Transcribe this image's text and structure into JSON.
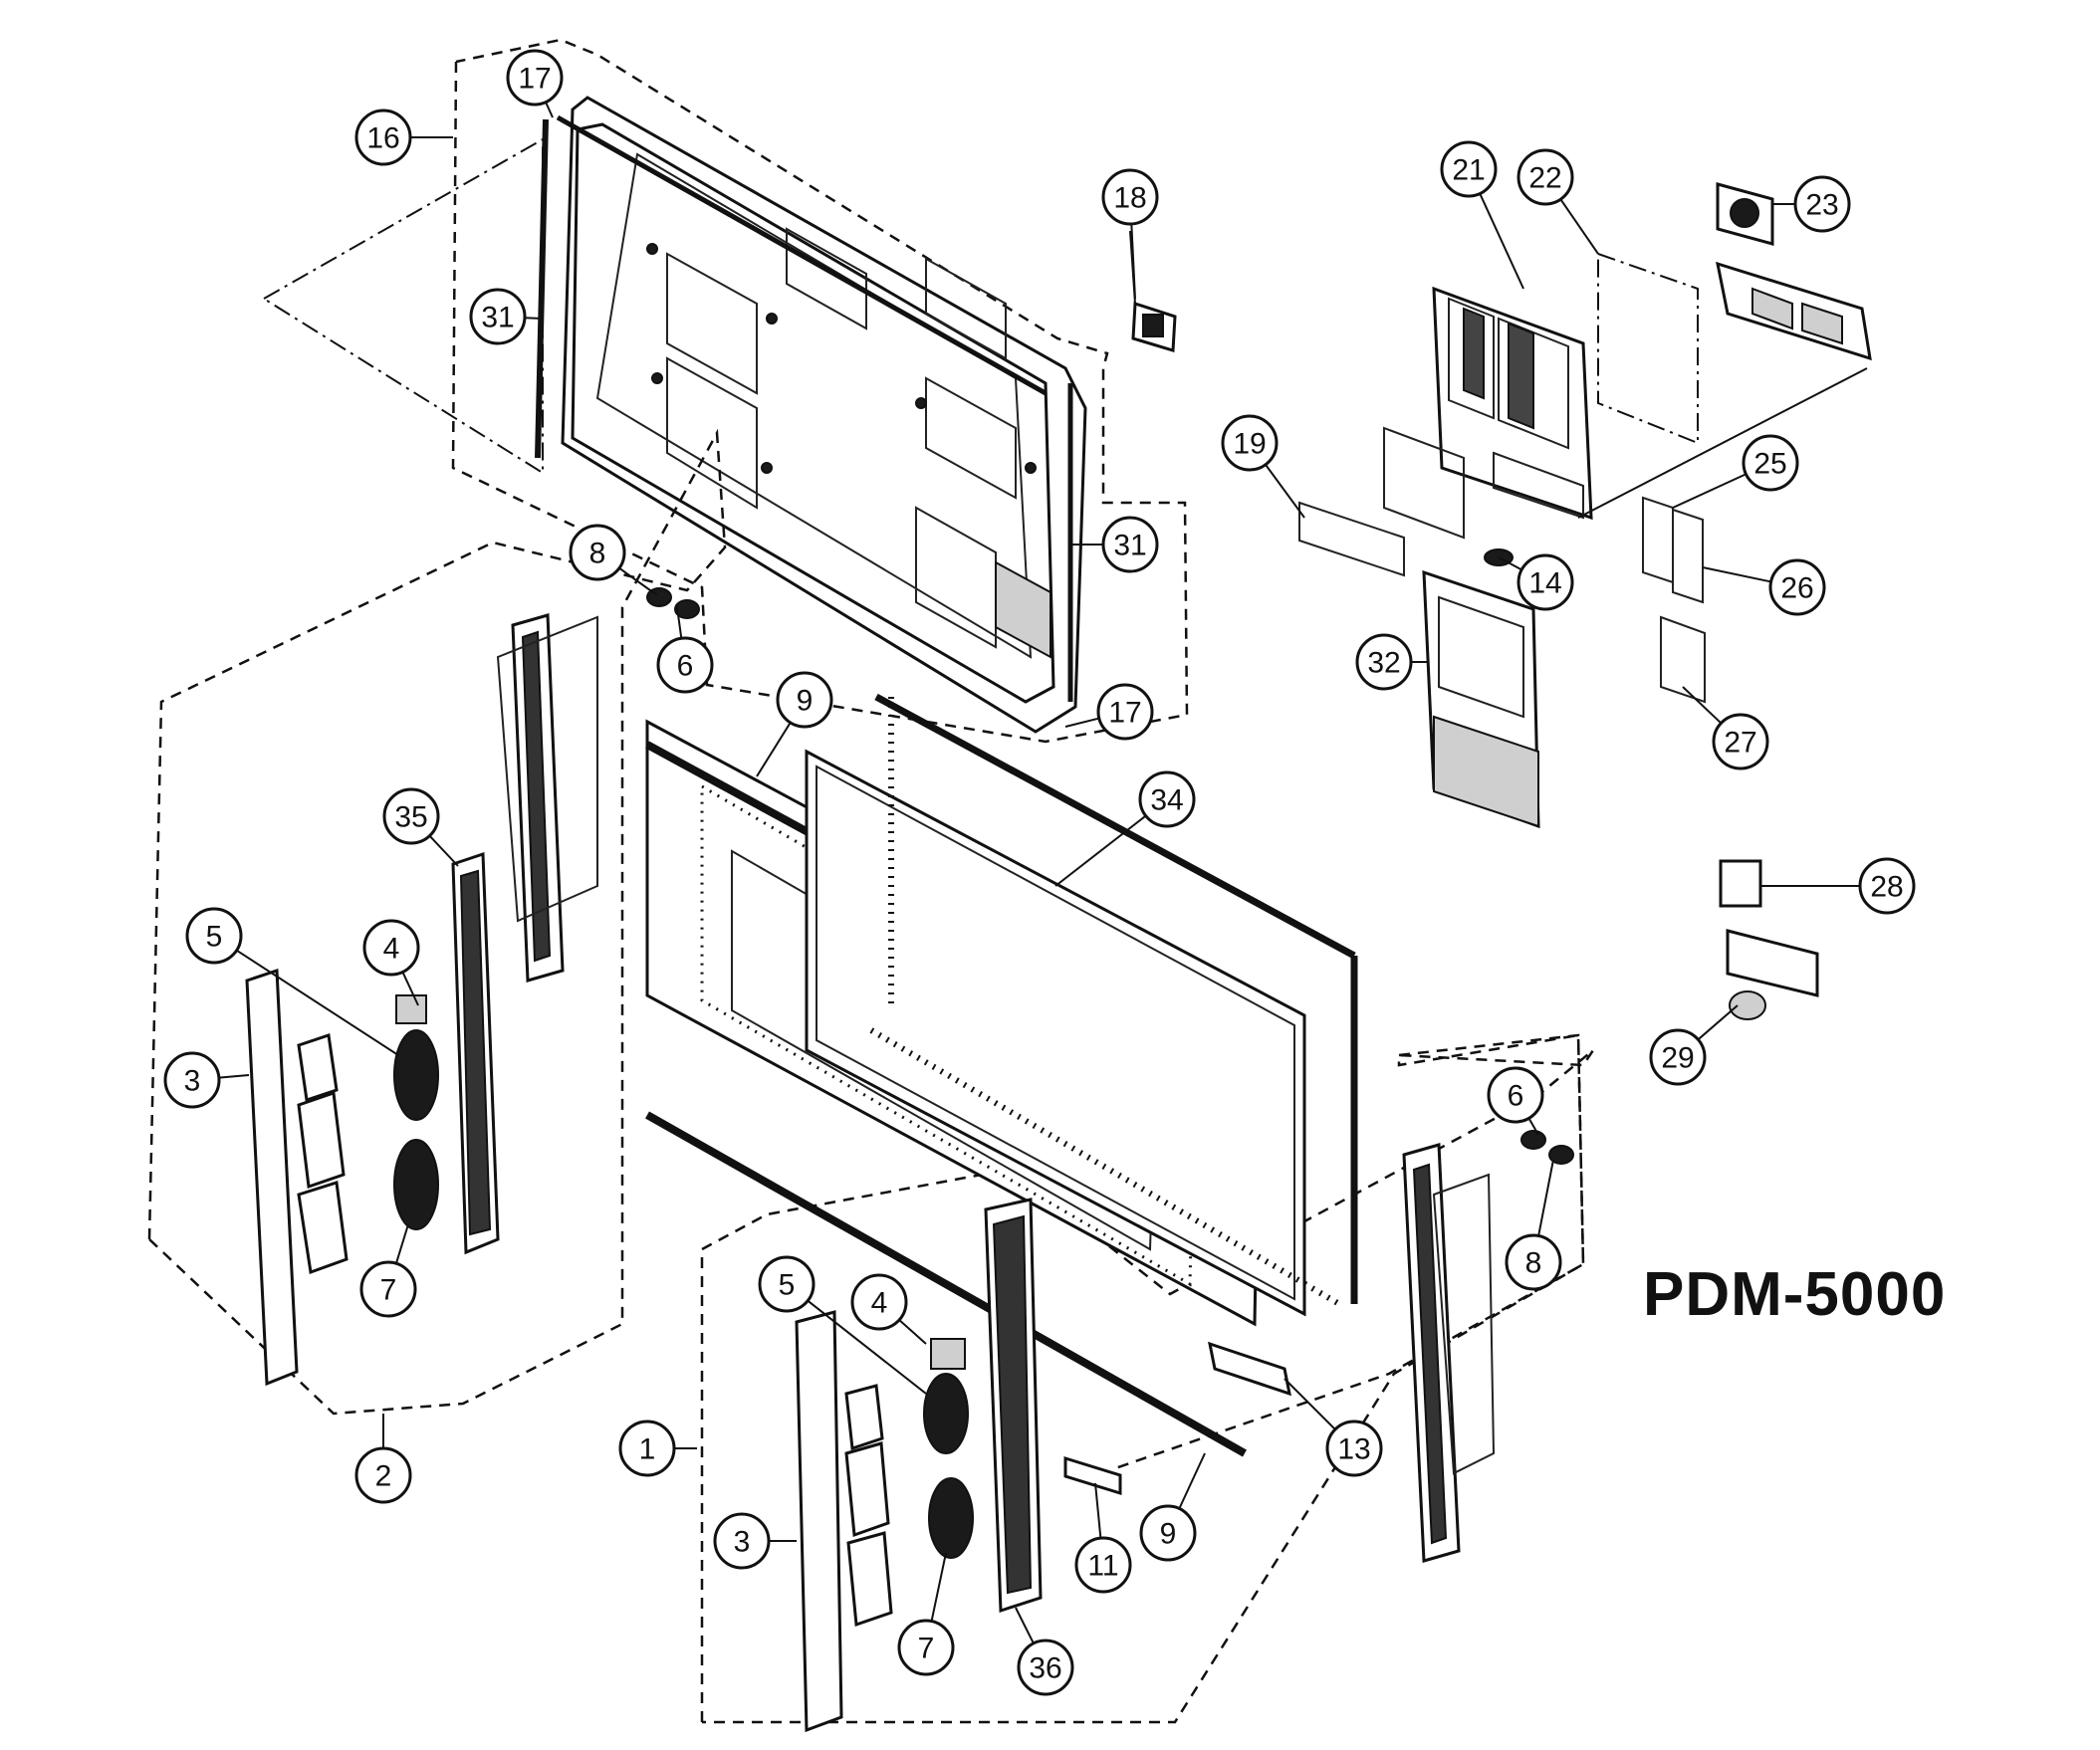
{
  "model": "PDM-5000",
  "callouts": [
    {
      "id": "1",
      "label": "1"
    },
    {
      "id": "2",
      "label": "2"
    },
    {
      "id": "3a",
      "label": "3"
    },
    {
      "id": "3b",
      "label": "3"
    },
    {
      "id": "4a",
      "label": "4"
    },
    {
      "id": "4b",
      "label": "4"
    },
    {
      "id": "5a",
      "label": "5"
    },
    {
      "id": "5b",
      "label": "5"
    },
    {
      "id": "6a",
      "label": "6"
    },
    {
      "id": "6b",
      "label": "6"
    },
    {
      "id": "7a",
      "label": "7"
    },
    {
      "id": "7b",
      "label": "7"
    },
    {
      "id": "8a",
      "label": "8"
    },
    {
      "id": "8b",
      "label": "8"
    },
    {
      "id": "9a",
      "label": "9"
    },
    {
      "id": "9b",
      "label": "9"
    },
    {
      "id": "11",
      "label": "11"
    },
    {
      "id": "13",
      "label": "13"
    },
    {
      "id": "14",
      "label": "14"
    },
    {
      "id": "16",
      "label": "16"
    },
    {
      "id": "17a",
      "label": "17"
    },
    {
      "id": "17b",
      "label": "17"
    },
    {
      "id": "18",
      "label": "18"
    },
    {
      "id": "19",
      "label": "19"
    },
    {
      "id": "21",
      "label": "21"
    },
    {
      "id": "22",
      "label": "22"
    },
    {
      "id": "23",
      "label": "23"
    },
    {
      "id": "25",
      "label": "25"
    },
    {
      "id": "26",
      "label": "26"
    },
    {
      "id": "27",
      "label": "27"
    },
    {
      "id": "28",
      "label": "28"
    },
    {
      "id": "29",
      "label": "29"
    },
    {
      "id": "31a",
      "label": "31"
    },
    {
      "id": "31b",
      "label": "31"
    },
    {
      "id": "32",
      "label": "32"
    },
    {
      "id": "34",
      "label": "34"
    },
    {
      "id": "35",
      "label": "35"
    },
    {
      "id": "36",
      "label": "36"
    }
  ]
}
